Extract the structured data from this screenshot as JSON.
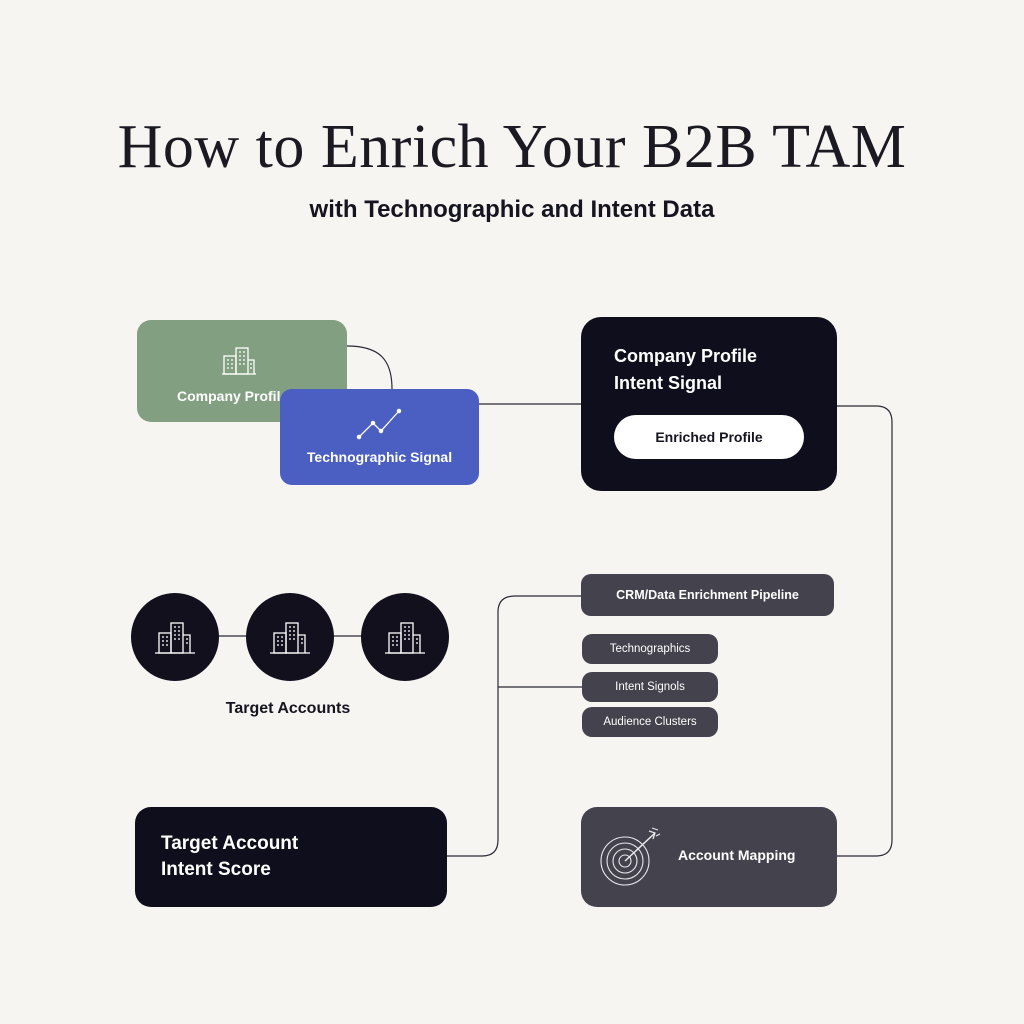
{
  "header": {
    "title": "How to Enrich Your B2B TAM",
    "subtitle": "with Technographic and Intent Data"
  },
  "nodes": {
    "company_profile": {
      "label": "Company Profile",
      "icon": "buildings-icon",
      "color": "#82a081"
    },
    "technographic_signal": {
      "label": "Technographic Signal",
      "icon": "trend-line-icon",
      "color": "#4a5fc1"
    },
    "enriched_card": {
      "line1": "Company Profile",
      "line2": "Intent Signal",
      "button": "Enriched Profile",
      "color": "#0f0e1c"
    },
    "target_accounts": {
      "label": "Target Accounts",
      "icon": "buildings-icon",
      "count": 3
    },
    "pipeline": {
      "label": "CRM/Data Enrichment Pipeline",
      "items": [
        "Technographics",
        "Intent Signols",
        "Audience Clusters"
      ]
    },
    "score_card": {
      "line1": "Target Account",
      "line2": "Intent Score"
    },
    "mapping_card": {
      "label": "Account Mapping",
      "icon": "target-arrow-icon"
    }
  }
}
